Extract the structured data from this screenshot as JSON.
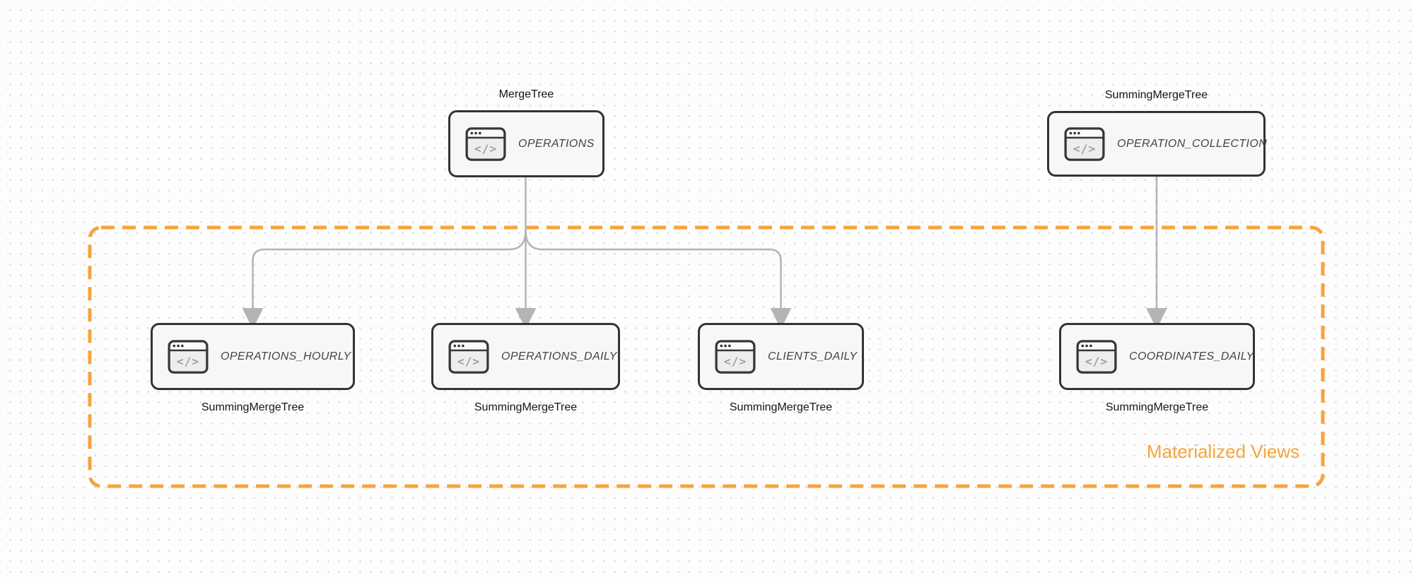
{
  "diagram": {
    "group_label": "Materialized Views",
    "colors": {
      "accent_orange": "#F6A43C",
      "box_border": "#2F3437",
      "box_fill": "#F7F8F6",
      "arrow_gray": "#B4B4B4",
      "title_text": "#3F4447",
      "engine_text": "#151515",
      "dot_grid": "#E2E2E2",
      "canvas_background": "#FDFDFD"
    },
    "nodes": {
      "operations": {
        "title": "OPERATIONS",
        "engine": "MergeTree",
        "icon": "code-window-icon"
      },
      "operation_collection": {
        "title": "OPERATION_COLLECTION",
        "engine": "SummingMergeTree",
        "icon": "code-window-icon"
      },
      "operations_hourly": {
        "title": "OPERATIONS_HOURLY",
        "engine": "SummingMergeTree",
        "icon": "code-window-icon"
      },
      "operations_daily": {
        "title": "OPERATIONS_DAILY",
        "engine": "SummingMergeTree",
        "icon": "code-window-icon"
      },
      "clients_daily": {
        "title": "CLIENTS_DAILY",
        "engine": "SummingMergeTree",
        "icon": "code-window-icon"
      },
      "coordinates_daily": {
        "title": "COORDINATES_DAILY",
        "engine": "SummingMergeTree",
        "icon": "code-window-icon"
      }
    },
    "edges": [
      {
        "from": "operations",
        "to": "operations_hourly"
      },
      {
        "from": "operations",
        "to": "operations_daily"
      },
      {
        "from": "operations",
        "to": "clients_daily"
      },
      {
        "from": "operation_collection",
        "to": "coordinates_daily"
      }
    ]
  }
}
